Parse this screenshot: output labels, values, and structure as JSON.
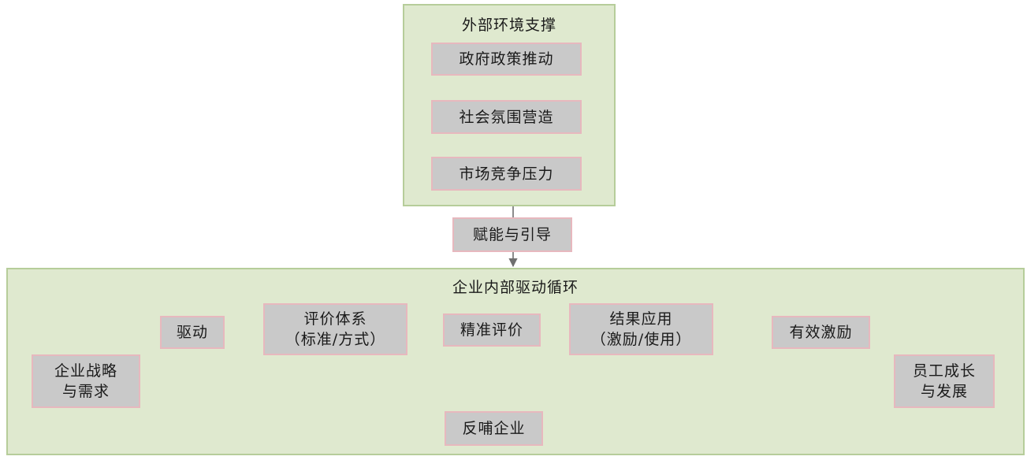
{
  "external_support": {
    "title": "外部环境支撑",
    "items": [
      {
        "label": "政府政策推动"
      },
      {
        "label": "社会氛围营造"
      },
      {
        "label": "市场竞争压力"
      }
    ]
  },
  "link": {
    "label": "赋能与引导"
  },
  "internal_cycle": {
    "title": "企业内部驱动循环",
    "nodes": {
      "strategy": "企业战略\n与需求",
      "drive": "驱动",
      "evaluation_system": "评价体系\n（标准/方式）",
      "precise_evaluation": "精准评价",
      "result_application": "结果应用\n（激励/使用）",
      "effective_incentive": "有效激励",
      "employee_growth": "员工成长\n与发展",
      "feedback": "反哺企业"
    }
  },
  "colors": {
    "panel_fill": "#dfe9cf",
    "panel_border": "#b6cd9a",
    "box_fill": "#c9c9c9",
    "box_border": "#e7b8be",
    "arrow": "#6f6f6f"
  }
}
